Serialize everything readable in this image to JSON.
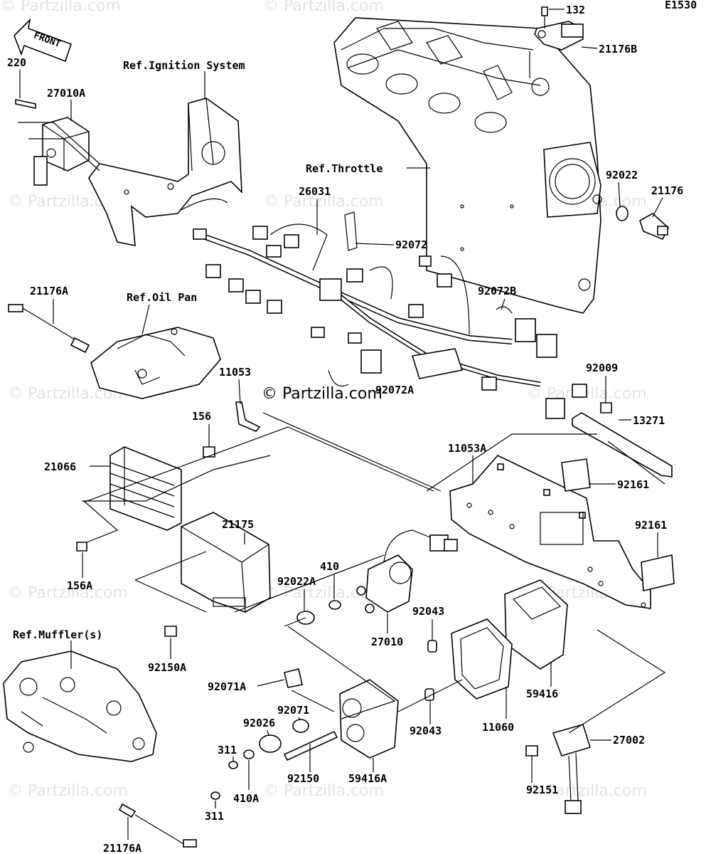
{
  "diagram": {
    "code": "E1530",
    "front_label": "FRONT",
    "copyright": "© Partzilla.com",
    "watermark": "© Partzilla.com",
    "refs": {
      "ignition": "Ref.Ignition System",
      "throttle": "Ref.Throttle",
      "oil_pan": "Ref.Oil Pan",
      "muffler": "Ref.Muffler(s)"
    },
    "parts": [
      "132",
      "21176B",
      "220",
      "27010A",
      "92022",
      "21176",
      "26031",
      "92072",
      "92072B",
      "21176A",
      "11053",
      "92009",
      "92072A",
      "156",
      "13271",
      "11053A",
      "21066",
      "92161",
      "92161",
      "21175",
      "410",
      "92022A",
      "156A",
      "92043",
      "27010",
      "92150A",
      "92071A",
      "59416",
      "92071",
      "11060",
      "92026",
      "92043",
      "27002",
      "311",
      "92150",
      "59416A",
      "410A",
      "92151",
      "311",
      "21176A"
    ]
  }
}
